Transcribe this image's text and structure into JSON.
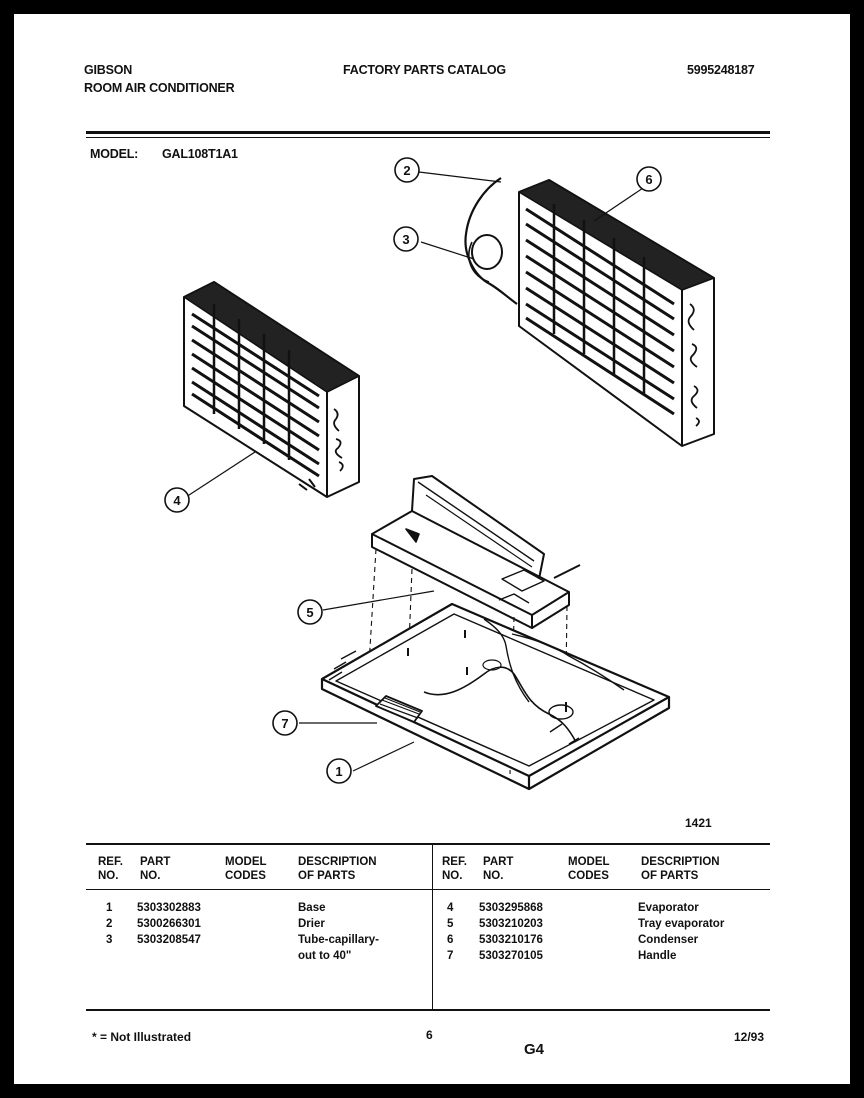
{
  "header": {
    "brand": "GIBSON",
    "product": "ROOM AIR CONDITIONER",
    "catalog_title": "FACTORY PARTS CATALOG",
    "catalog_number": "5995248187"
  },
  "model": {
    "label": "MODEL:",
    "value": "GAL108T1A1"
  },
  "diagram": {
    "callouts": [
      "1",
      "2",
      "3",
      "4",
      "5",
      "6",
      "7"
    ],
    "figure_number": "1421"
  },
  "table": {
    "headers": {
      "ref_no": [
        "REF.",
        "NO."
      ],
      "part_no": [
        "PART",
        "NO."
      ],
      "model_codes": [
        "MODEL",
        "CODES"
      ],
      "description": [
        "DESCRIPTION",
        "OF PARTS"
      ]
    },
    "left_rows": [
      {
        "ref": "1",
        "part": "5303302883",
        "codes": "",
        "desc": "Base"
      },
      {
        "ref": "2",
        "part": "5300266301",
        "codes": "",
        "desc": "Drier"
      },
      {
        "ref": "3",
        "part": "5303208547",
        "codes": "",
        "desc": "Tube-capillary-"
      },
      {
        "ref": "",
        "part": "",
        "codes": "",
        "desc": "out to 40\""
      }
    ],
    "right_rows": [
      {
        "ref": "4",
        "part": "5303295868",
        "codes": "",
        "desc": "Evaporator"
      },
      {
        "ref": "5",
        "part": "5303210203",
        "codes": "",
        "desc": "Tray evaporator"
      },
      {
        "ref": "6",
        "part": "5303210176",
        "codes": "",
        "desc": "Condenser"
      },
      {
        "ref": "7",
        "part": "5303270105",
        "codes": "",
        "desc": "Handle"
      }
    ]
  },
  "footer": {
    "note": "* = Not Illustrated",
    "page_number": "6",
    "section": "G4",
    "date": "12/93"
  }
}
